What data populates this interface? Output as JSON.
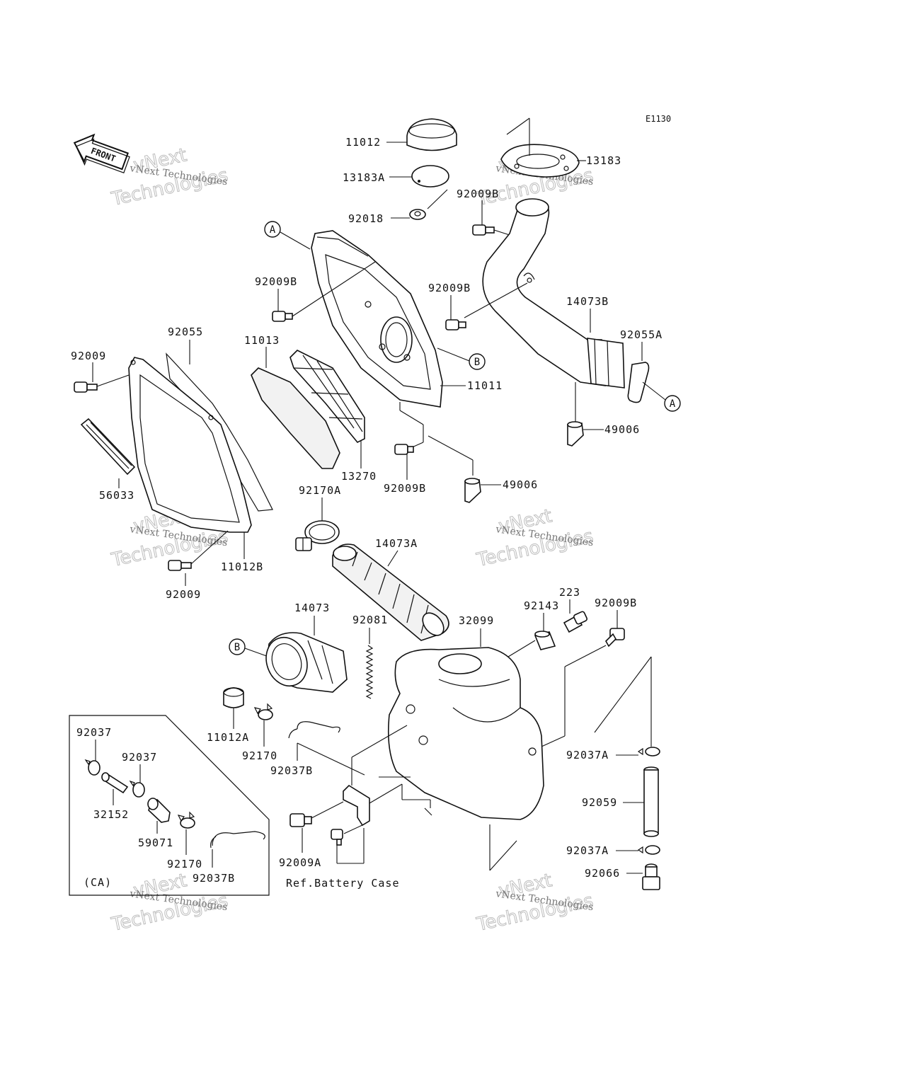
{
  "diagram_code": "E1130",
  "front_label": "FRONT",
  "watermark_brand": "vNext",
  "watermark_line": "vNext Technologies",
  "watermark_word": "Technologies",
  "callouts": {
    "a": "A",
    "b": "B"
  },
  "parts": {
    "p11012": "11012",
    "p13183A": "13183A",
    "p92018": "92018",
    "p13183": "13183",
    "p92009B_top": "92009B",
    "p92009B_left": "92009B",
    "p92009B_mid": "92009B",
    "p14073B": "14073B",
    "p92055A": "92055A",
    "p92055": "92055",
    "p11013": "11013",
    "p92009_top": "92009",
    "p11011": "11011",
    "p49006_right": "49006",
    "p49006_mid": "49006",
    "p92009B_low": "92009B",
    "p13270": "13270",
    "p56033": "56033",
    "p92170A": "92170A",
    "p14073A": "14073A",
    "p11012B": "11012B",
    "p92009_bottom": "92009",
    "p223": "223",
    "p92143": "92143",
    "p92009B_right": "92009B",
    "p14073": "14073",
    "p92081": "92081",
    "p32099": "32099",
    "p11012A": "11012A",
    "p92170": "92170",
    "p92037B": "92037B",
    "p92037A_top": "92037A",
    "p92059": "92059",
    "p92037A_bottom": "92037A",
    "p92066": "92066",
    "p92009A": "92009A",
    "ref_battery": "Ref.Battery Case"
  },
  "ca_box": {
    "label": "(CA)",
    "p92037_a": "92037",
    "p92037_b": "92037",
    "p32152": "32152",
    "p59071": "59071",
    "p92170": "92170",
    "p92037B": "92037B"
  }
}
